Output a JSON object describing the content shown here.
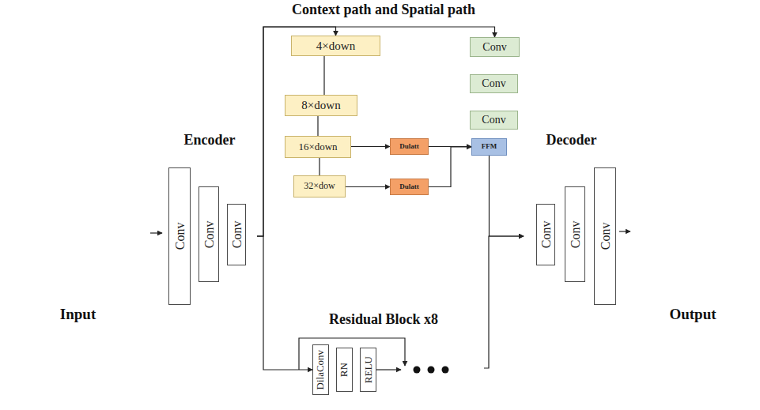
{
  "diagram": {
    "nodes": [
      {
        "text": [
          "Input"
        ]
      },
      {
        "text": [
          "Encoder"
        ]
      },
      {
        "text": [
          "Conv"
        ],
        "in": 1
      },
      {
        "text": [
          "Conv"
        ],
        "in": 1
      },
      {
        "text": [
          "Conv"
        ],
        "in": 1
      },
      {
        "text": [
          "Context path and Spatial path"
        ]
      },
      {
        "text": [
          "4×down"
        ],
        "in": 5
      },
      {
        "text": [
          "8×down"
        ],
        "in": 5
      },
      {
        "text": [
          "16×down"
        ],
        "in": 5
      },
      {
        "text": [
          "32×dow"
        ],
        "in": 5
      },
      {
        "text": [
          "Dulatt"
        ],
        "in": 5
      },
      {
        "text": [
          "Dulatt"
        ],
        "in": 5
      },
      {
        "text": [
          "Conv"
        ],
        "in": 5
      },
      {
        "text": [
          "Conv"
        ],
        "in": 5
      },
      {
        "text": [
          "Conv"
        ],
        "in": 5
      },
      {
        "text": [
          "FFM"
        ],
        "in": 5
      },
      {
        "text": [
          "Residual Block x8"
        ]
      },
      {
        "text": [
          "DilaConv"
        ],
        "in": 16
      },
      {
        "text": [
          "RN"
        ],
        "in": 16
      },
      {
        "text": [
          "RELU"
        ],
        "in": 16
      },
      {
        "text": [
          "Decoder"
        ]
      },
      {
        "text": [
          "Conv"
        ],
        "in": 20
      },
      {
        "text": [
          "Conv"
        ],
        "in": 20
      },
      {
        "text": [
          "Conv"
        ],
        "in": 20
      },
      {
        "text": [
          "Output"
        ]
      }
    ],
    "edges": [
      {
        "from": 0,
        "to": 1,
        "arrow": "to"
      },
      {
        "from": 1,
        "to": 6,
        "arrow": "to"
      },
      {
        "from": 1,
        "to": 12,
        "arrow": "to"
      },
      {
        "from": 1,
        "to": 17,
        "arrow": "to"
      },
      {
        "from": 6,
        "to": 7,
        "arrow": "none"
      },
      {
        "from": 7,
        "to": 8,
        "arrow": "none"
      },
      {
        "from": 8,
        "to": 9,
        "arrow": "none"
      },
      {
        "from": 8,
        "to": 10,
        "arrow": "to"
      },
      {
        "from": 9,
        "to": 11,
        "arrow": "to"
      },
      {
        "from": 10,
        "to": 15,
        "arrow": "to"
      },
      {
        "from": 11,
        "to": 15,
        "arrow": "to"
      },
      {
        "from": 15,
        "to": 20,
        "arrow": "to"
      },
      {
        "from": 16,
        "to": 20,
        "arrow": "to"
      },
      {
        "from": 20,
        "to": 24,
        "arrow": "to"
      }
    ]
  }
}
